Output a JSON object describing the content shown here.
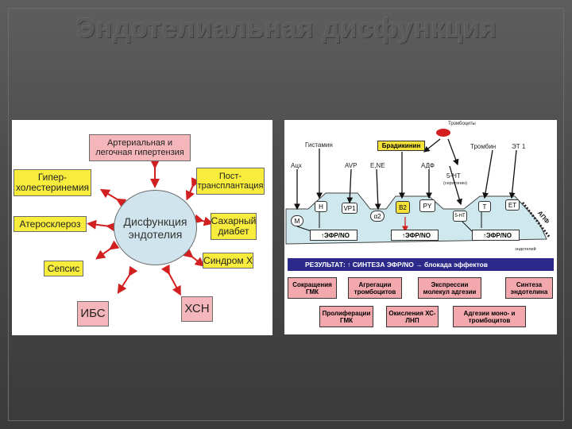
{
  "title": "Эндотелиальная дисфункция",
  "left_diagram": {
    "center": "Дисфункция эндотелия",
    "nodes": [
      {
        "id": "hypertension",
        "label": "Артериальная и легочная гипертензия",
        "color": "pink"
      },
      {
        "id": "post-transplant",
        "label": "Пост-трансплантация",
        "color": "yellow"
      },
      {
        "id": "diabetes",
        "label": "Сахарный диабет",
        "color": "yellow"
      },
      {
        "id": "syndrome-x",
        "label": "Синдром Х",
        "color": "yellow"
      },
      {
        "id": "chf",
        "label": "ХСН",
        "color": "pink"
      },
      {
        "id": "ihd",
        "label": "ИБС",
        "color": "pink"
      },
      {
        "id": "sepsis",
        "label": "Сепсис",
        "color": "yellow"
      },
      {
        "id": "atherosclerosis",
        "label": "Атеросклероз",
        "color": "yellow"
      },
      {
        "id": "hypercholesterolemia",
        "label": "Гипер-холестеринемия",
        "color": "yellow"
      }
    ]
  },
  "right_diagram": {
    "agonists": [
      "Гистамин",
      "Брадикинин",
      "Тромбин",
      "ЭТ 1",
      "Ацх",
      "AVP",
      "E,NE",
      "АДФ",
      "5-HT"
    ],
    "serotonin_note": "(серотонин)",
    "thrombocytes_label": "Тромбоциты",
    "receptors": [
      "H",
      "VP1",
      "α2",
      "B2",
      "PY",
      "T",
      "ЕТ",
      "M",
      "5-HT"
    ],
    "efr_label": "ЭФР/NO",
    "endothelium_label": "эндотелий",
    "apf_label": "АПФ",
    "result": "РЕЗУЛЬТАТ: ↑ СИНТЕЗА ЭФР/NO → блокада эффектов",
    "outcomes": [
      "Сокращения ГМК",
      "Агрегации тромбоцитов",
      "Экспрессии молекул адгезии",
      "Синтеза эндотелина",
      "Пролиферации ГМК",
      "Окисления ХС-ЛНП",
      "Адгезии моно- и тромбоцитов"
    ]
  }
}
